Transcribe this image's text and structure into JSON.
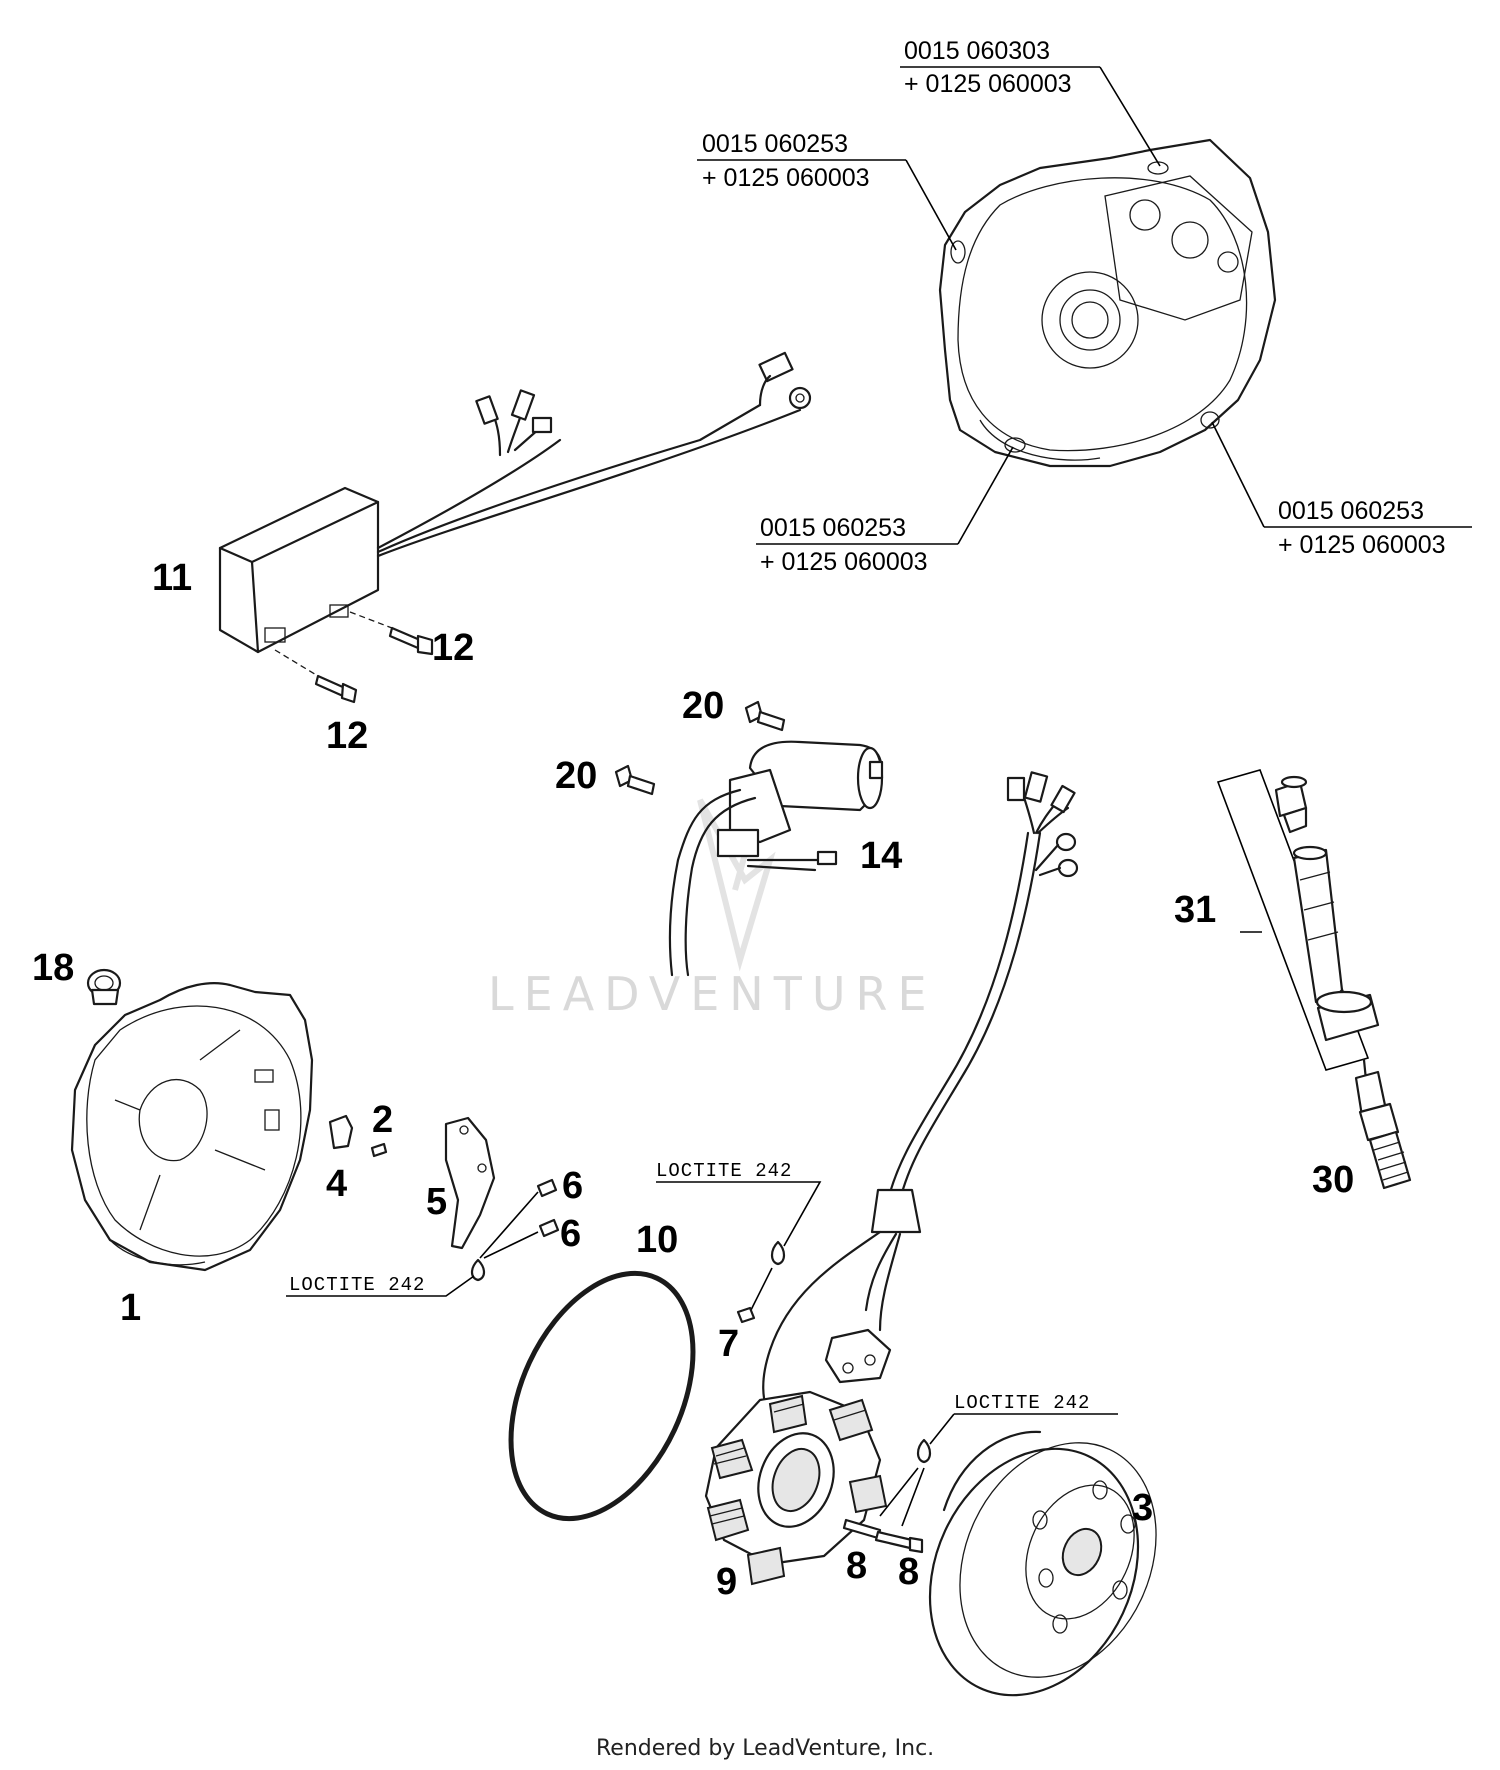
{
  "callouts": {
    "c1": "1",
    "c2": "2",
    "c3": "3",
    "c4": "4",
    "c5": "5",
    "c6a": "6",
    "c6b": "6",
    "c7": "7",
    "c8a": "8",
    "c8b": "8",
    "c9": "9",
    "c10": "10",
    "c11": "11",
    "c12a": "12",
    "c12b": "12",
    "c14": "14",
    "c18": "18",
    "c20a": "20",
    "c20b": "20",
    "c30": "30",
    "c31": "31"
  },
  "part_numbers": {
    "top": {
      "line1": "0015 060303",
      "line2": "+ 0125 060003"
    },
    "upper_left": {
      "line1": "0015 060253",
      "line2": "+ 0125 060003"
    },
    "lower_left": {
      "line1": "0015 060253",
      "line2": "+ 0125 060003"
    },
    "lower_right": {
      "line1": "0015 060253",
      "line2": "+ 0125 060003"
    }
  },
  "loctite": {
    "left": "LOCTITE 242",
    "middle": "LOCTITE 242",
    "right": "LOCTITE 242"
  },
  "watermark": "LEADVENTURE",
  "footer": "Rendered by LeadVenture, Inc."
}
